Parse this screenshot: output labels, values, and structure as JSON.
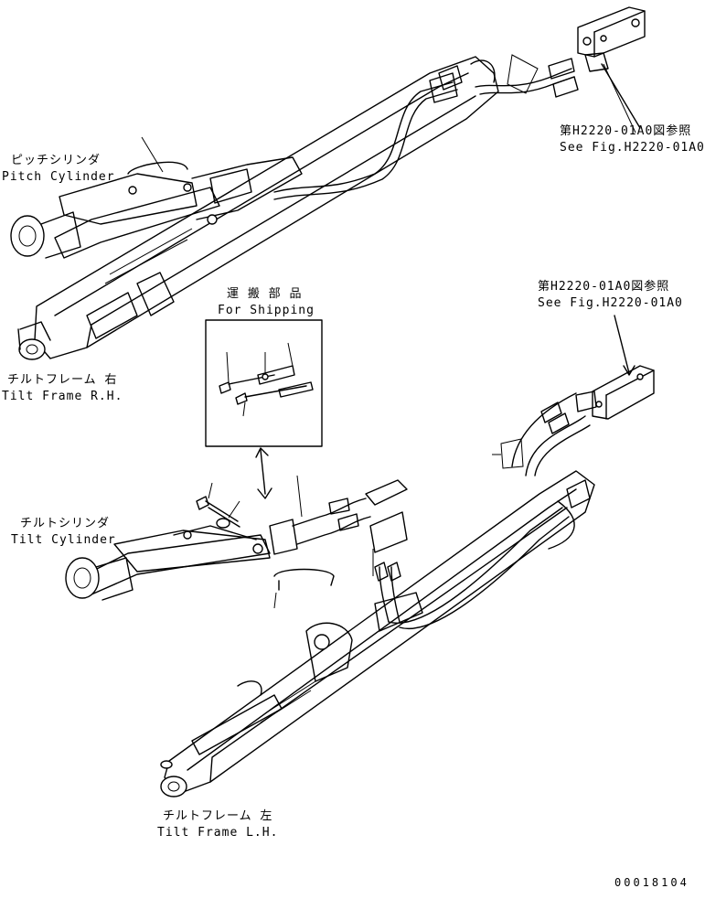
{
  "labels": {
    "pitch_cylinder_jp": "ピッチシリンダ",
    "pitch_cylinder_en": "Pitch Cylinder",
    "tilt_frame_rh_jp": "チルトフレーム 右",
    "tilt_frame_rh_en": "Tilt Frame R.H.",
    "for_shipping_jp": "運 搬 部 品",
    "for_shipping_en": "For Shipping",
    "tilt_cylinder_jp": "チルトシリンダ",
    "tilt_cylinder_en": "Tilt Cylinder",
    "tilt_frame_lh_jp": "チルトフレーム 左",
    "tilt_frame_lh_en": "Tilt Frame L.H.",
    "ref_top_jp": "第H2220-01A0図参照",
    "ref_top_en": "See Fig.H2220-01A0",
    "ref_mid_jp": "第H2220-01A0図参照",
    "ref_mid_en": "See Fig.H2220-01A0",
    "drawing_number": "00018104"
  }
}
